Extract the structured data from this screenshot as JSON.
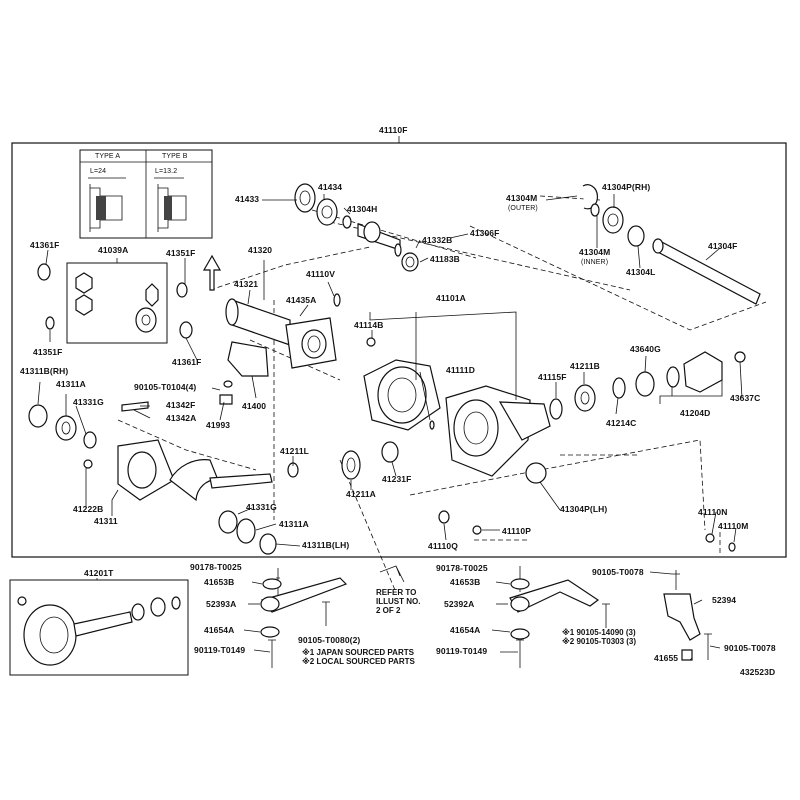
{
  "top_label": "41110F",
  "type_box": {
    "type_a": "TYPE A",
    "type_b": "TYPE B",
    "dim_a": "L=24",
    "dim_b": "L=13.2"
  },
  "refer_note": {
    "line1": "REFER TO",
    "line2": "ILLUST NO.",
    "line3": "2 OF 2"
  },
  "legend": {
    "l1": "※1 JAPAN SOURCED PARTS",
    "l2": "※2 LOCAL SOURCED PARTS"
  },
  "note_right": {
    "l1": "※1 90105-14090 (3)",
    "l2": "※2 90105-T0303 (3)"
  },
  "diagram_id": "432523D",
  "labels": [
    {
      "text": "41433"
    },
    {
      "text": "41434"
    },
    {
      "text": "41304H"
    },
    {
      "text": "41332B"
    },
    {
      "text": "41306F"
    },
    {
      "text": "41183B"
    },
    {
      "text": "41304M"
    },
    {
      "text": "(OUTER)"
    },
    {
      "text": "41304P(RH)"
    },
    {
      "text": "41304M"
    },
    {
      "text": "(INNER)"
    },
    {
      "text": "41304L"
    },
    {
      "text": "41304F"
    },
    {
      "text": "41361F"
    },
    {
      "text": "41039A"
    },
    {
      "text": "41351F"
    },
    {
      "text": "41320"
    },
    {
      "text": "41321"
    },
    {
      "text": "41110V"
    },
    {
      "text": "41435A"
    },
    {
      "text": "41101A"
    },
    {
      "text": "41351F"
    },
    {
      "text": "41114B"
    },
    {
      "text": "41361F"
    },
    {
      "text": "41111D"
    },
    {
      "text": "41311B(RH)"
    },
    {
      "text": "41311A"
    },
    {
      "text": "41331G"
    },
    {
      "text": "90105-T0104(4)"
    },
    {
      "text": "41342F"
    },
    {
      "text": "41342A"
    },
    {
      "text": "41993"
    },
    {
      "text": "41400"
    },
    {
      "text": "41211L"
    },
    {
      "text": "41211A"
    },
    {
      "text": "41231F"
    },
    {
      "text": "41115F"
    },
    {
      "text": "41211B"
    },
    {
      "text": "43640G"
    },
    {
      "text": "41214C"
    },
    {
      "text": "41204D"
    },
    {
      "text": "43637C"
    },
    {
      "text": "41222B"
    },
    {
      "text": "41311"
    },
    {
      "text": "41331G"
    },
    {
      "text": "41311A"
    },
    {
      "text": "41311B(LH)"
    },
    {
      "text": "41304P(LH)"
    },
    {
      "text": "41110N"
    },
    {
      "text": "41110M"
    },
    {
      "text": "41110Q"
    },
    {
      "text": "41110P"
    },
    {
      "text": "41201T"
    },
    {
      "text": "90178-T0025"
    },
    {
      "text": "41653B"
    },
    {
      "text": "52393A"
    },
    {
      "text": "41654A"
    },
    {
      "text": "90119-T0149"
    },
    {
      "text": "90105-T0080(2)"
    },
    {
      "text": "90178-T0025"
    },
    {
      "text": "41653B"
    },
    {
      "text": "52392A"
    },
    {
      "text": "41654A"
    },
    {
      "text": "90119-T0149"
    },
    {
      "text": "90105-T0078"
    },
    {
      "text": "52394"
    },
    {
      "text": "90105-T0078"
    },
    {
      "text": "41655"
    }
  ]
}
